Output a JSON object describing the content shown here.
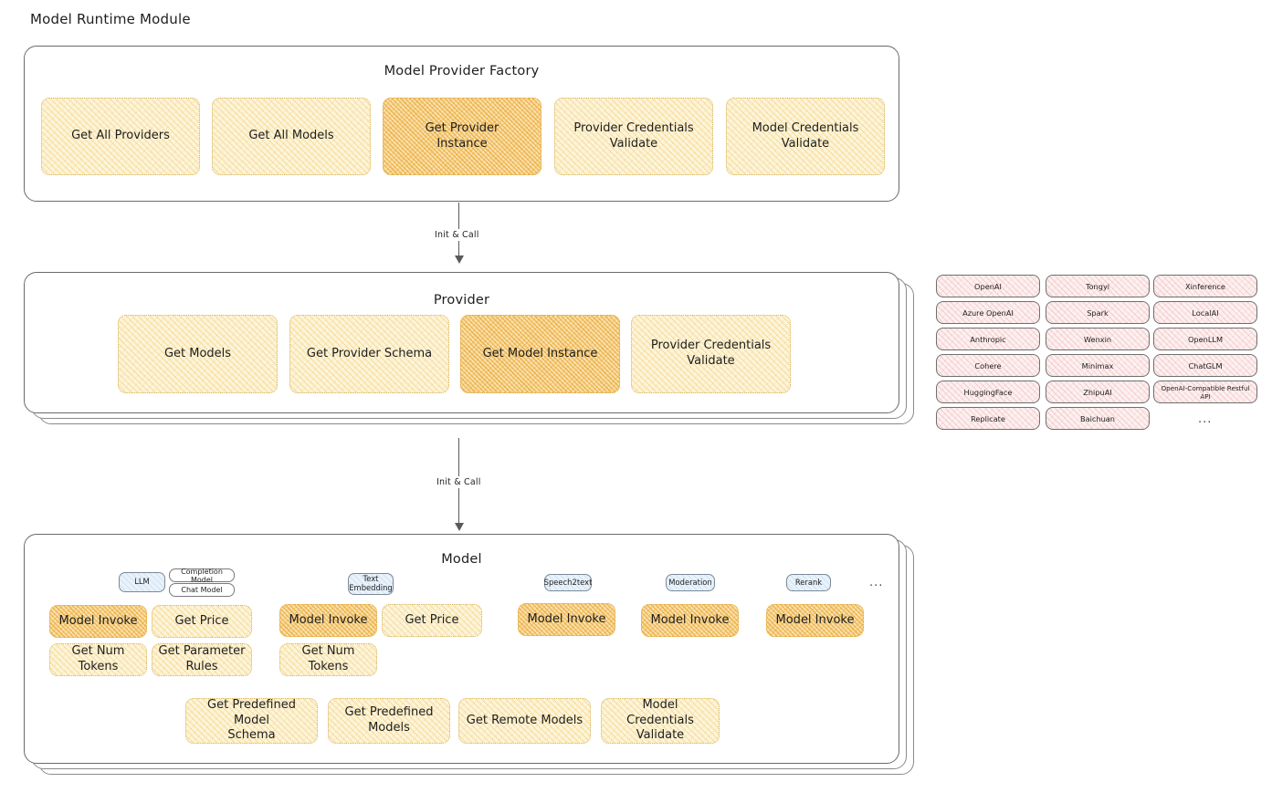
{
  "page": {
    "title": "Model Runtime Module"
  },
  "colors": {
    "accent_yellow": "#fdf4d9",
    "accent_yellow_highlight": "#fae2b0",
    "accent_pink": "#fdf0f0",
    "accent_blue": "#e8f2fb",
    "stroke": "#6b6b6b",
    "text": "#1e1e1e"
  },
  "factory": {
    "title": "Model Provider Factory",
    "items": [
      {
        "label": "Get All Providers",
        "highlighted": false
      },
      {
        "label": "Get All Models",
        "highlighted": false
      },
      {
        "label": "Get Provider\nInstance",
        "highlighted": true
      },
      {
        "label": "Provider Credentials\nValidate",
        "highlighted": false
      },
      {
        "label": "Model Credentials\nValidate",
        "highlighted": false
      }
    ]
  },
  "arrows": [
    {
      "label": "Init & Call"
    },
    {
      "label": "Init & Call"
    }
  ],
  "provider": {
    "title": "Provider",
    "items": [
      {
        "label": "Get Models",
        "highlighted": false
      },
      {
        "label": "Get Provider Schema",
        "highlighted": false
      },
      {
        "label": "Get Model Instance",
        "highlighted": true
      },
      {
        "label": "Provider Credentials\nValidate",
        "highlighted": false
      }
    ]
  },
  "provider_list": {
    "columns": [
      {
        "tags": [
          "OpenAI",
          "Azure OpenAI",
          "Anthropic",
          "Cohere",
          "HuggingFace",
          "Replicate"
        ]
      },
      {
        "tags": [
          "Tongyi",
          "Spark",
          "Wenxin",
          "Minimax",
          "ZhipuAI",
          "Baichuan"
        ]
      },
      {
        "tags": [
          "Xinference",
          "LocalAI",
          "OpenLLM",
          "ChatGLM",
          "OpenAI-Compatible Restful API"
        ]
      }
    ],
    "more": "..."
  },
  "model": {
    "title": "Model",
    "more": "...",
    "types": [
      {
        "badge": "LLM",
        "subtags": [
          "Completion Model",
          "Chat Model"
        ],
        "methods": [
          {
            "label": "Model Invoke",
            "highlighted": true
          },
          {
            "label": "Get Price",
            "highlighted": false
          },
          {
            "label": "Get Num Tokens",
            "highlighted": false
          },
          {
            "label": "Get Parameter\nRules",
            "highlighted": false
          }
        ]
      },
      {
        "badge": "Text\nEmbedding",
        "subtags": [],
        "methods": [
          {
            "label": "Model Invoke",
            "highlighted": true
          },
          {
            "label": "Get Price",
            "highlighted": false
          },
          {
            "label": "Get Num Tokens",
            "highlighted": false
          }
        ]
      },
      {
        "badge": "Speech2text",
        "subtags": [],
        "methods": [
          {
            "label": "Model Invoke",
            "highlighted": true
          }
        ]
      },
      {
        "badge": "Moderation",
        "subtags": [],
        "methods": [
          {
            "label": "Model Invoke",
            "highlighted": true
          }
        ]
      },
      {
        "badge": "Rerank",
        "subtags": [],
        "methods": [
          {
            "label": "Model Invoke",
            "highlighted": true
          }
        ]
      }
    ],
    "shared_methods": [
      {
        "label": "Get Predefined Model\nSchema"
      },
      {
        "label": "Get Predefined\nModels"
      },
      {
        "label": "Get Remote Models"
      },
      {
        "label": "Model Credentials\nValidate"
      }
    ]
  }
}
